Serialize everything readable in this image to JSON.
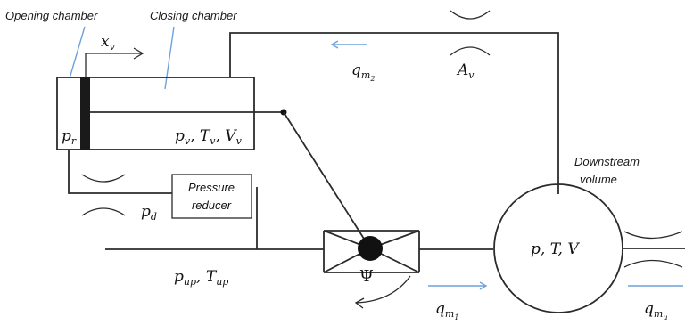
{
  "labels": {
    "opening_chamber": "Opening chamber",
    "closing_chamber": "Closing chamber",
    "downstream_line1": "Downstream",
    "downstream_line2": "volume",
    "reducer_line1": "Pressure",
    "reducer_line2": "reducer"
  },
  "math": {
    "x_v": {
      "base": "x",
      "sub": "v"
    },
    "p_r": {
      "base": "p",
      "sub": "r"
    },
    "pvTvVv": "p_v, T_v, V_v",
    "p_d": {
      "base": "p",
      "sub": "d"
    },
    "pup_Tup": "p_up, T_up",
    "psi": "Ψ",
    "q_m2": {
      "base": "q",
      "sub": "m",
      "subsub": "2"
    },
    "A_v": {
      "base": "A",
      "sub": "v"
    },
    "pTV": "p, T, V",
    "q_m1": {
      "base": "q",
      "sub": "m",
      "subsub": "1"
    },
    "q_mu": {
      "base": "q",
      "sub": "m",
      "subsub": "u"
    }
  },
  "colors": {
    "line": "#2b2b2b",
    "flow_arrow": "#6fa2d8"
  }
}
